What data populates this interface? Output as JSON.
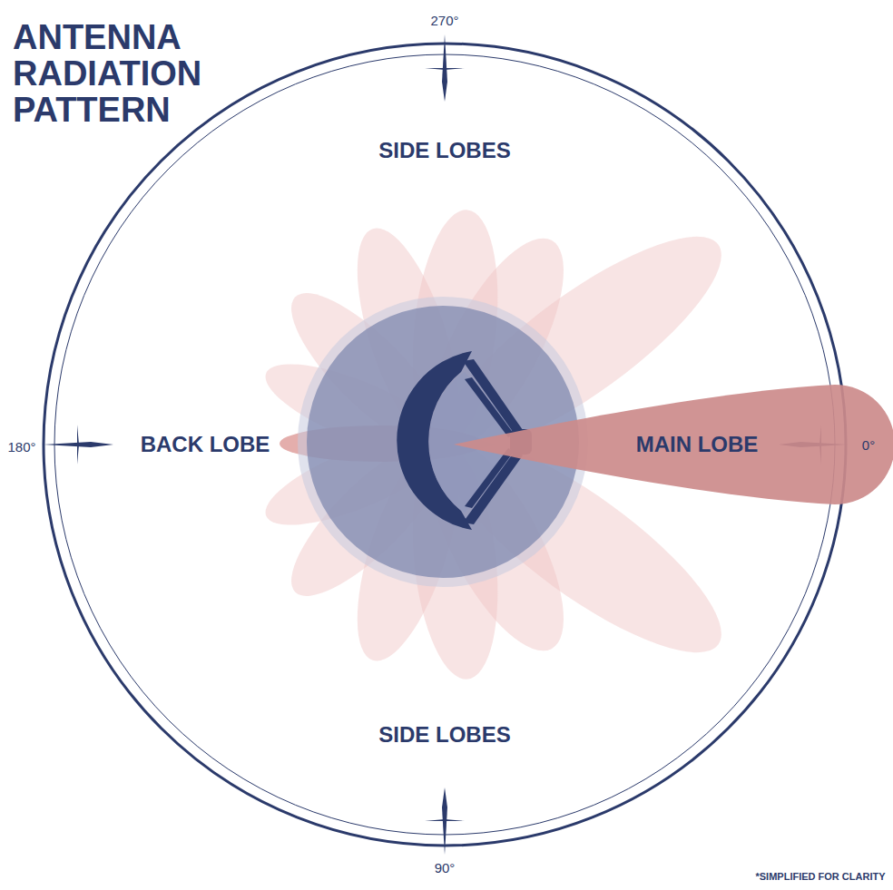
{
  "diagram": {
    "title": "ANTENNA RADIATION PATTERN",
    "nodes": [
      {
        "text": [
          "MAIN LOBE"
        ]
      }
    ],
    "labels": [
      "270°",
      "SIDE LOBES",
      "180°",
      "BACK LOBE",
      "0°",
      "SIDE LOBES",
      "90°",
      "*SIMPLIFIED FOR CLARITY"
    ]
  }
}
